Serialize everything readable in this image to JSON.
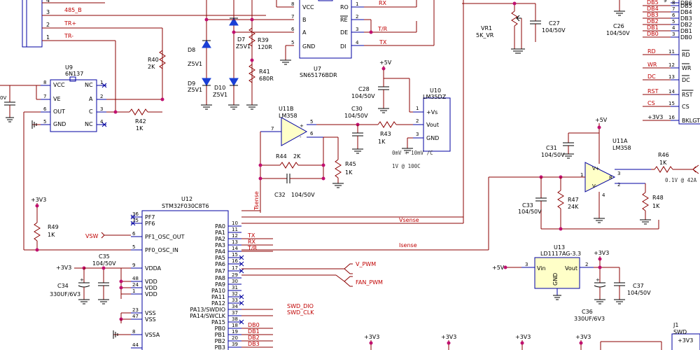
{
  "u9": {
    "ref": "U9",
    "part": "6N137",
    "pins": {
      "vcc": "VCC",
      "ve": "VE",
      "out": "OUT",
      "gnd": "GND",
      "nc1": "NC",
      "a": "A",
      "c": "C",
      "nc4": "NC"
    },
    "nums": [
      "8",
      "7",
      "6",
      "5",
      "1",
      "2",
      "3",
      "4"
    ]
  },
  "conn": {
    "nums": [
      "4",
      "3",
      "2",
      "1"
    ],
    "nets": [
      "485_B",
      "TR+",
      "TR-"
    ]
  },
  "zeners": {
    "d8": "D8",
    "d8v": "Z5V1",
    "d7": "D7",
    "d7v": "Z5V1",
    "d9": "D9",
    "d9v": "Z5V1",
    "d10": "D10",
    "d10v": "Z5V1"
  },
  "res": {
    "r40": "R40",
    "r40v": "2K",
    "r42": "R42",
    "r42v": "1K",
    "r39": "R39",
    "r39v": "120R",
    "r41": "R41",
    "r41v": "680R",
    "r44": "R44",
    "r44v": "2K",
    "r45": "R45",
    "r45v": "1K",
    "r43": "R43",
    "r43v": "1K",
    "r49": "R49",
    "r49v": "1K",
    "r46": "R46",
    "r46v": "1K",
    "r47": "R47",
    "r47v": "24K",
    "r48": "R48",
    "r48v": "1K",
    "vr1": "VR1",
    "vr1v": "5K_VR"
  },
  "caps": {
    "c28": "C28",
    "c28v": "104/50V",
    "c30": "C30",
    "c30v": "104/50V",
    "c32": "C32",
    "c32v": "104/50V",
    "c27": "C27",
    "c27v": "104/50V",
    "c26": "C26",
    "c26v": "104/50V",
    "c31": "C31",
    "c31v": "104/50V",
    "c33": "C33",
    "c33v": "104/50V",
    "c35": "C35",
    "c35v": "104/50V",
    "c34": "C34",
    "c34v": "330UF/6V3",
    "c36": "C36",
    "c36v": "330UF/6V3",
    "c37": "C37",
    "c37v": "104/50V",
    "c9v": "0V"
  },
  "u7": {
    "ref": "U7",
    "part": "SN65176BDR",
    "left": [
      "VCC",
      "B",
      "A",
      "GND"
    ],
    "leftNums": [
      "8",
      "7",
      "6",
      "5"
    ],
    "right": [
      "RO",
      "RE",
      "DE",
      "DI"
    ],
    "rightNums": [
      "1",
      "2",
      "3",
      "4"
    ],
    "nets": [
      "RX",
      "T/R",
      "TX"
    ]
  },
  "u11b": {
    "ref": "U11B",
    "part": "LM358",
    "nums": [
      "5",
      "6",
      "7"
    ]
  },
  "u10": {
    "ref": "U10",
    "part": "LM35DZ",
    "pins": [
      "+Vs",
      "Vout",
      "GND"
    ],
    "nums": [
      "1",
      "2",
      "3"
    ]
  },
  "u11a": {
    "ref": "U11A",
    "part": "LM358",
    "nums": [
      "1",
      "2",
      "3",
      "8",
      "4"
    ]
  },
  "u13": {
    "ref": "U13",
    "part": "LD1117AG-3.3",
    "vin": "Vin",
    "vout": "Vout",
    "gnd": "GND",
    "nums": [
      "3",
      "2"
    ]
  },
  "power": {
    "p5v": "+5V",
    "p33": "+3V3"
  },
  "note": {
    "line1": "0mV + 10mV /C",
    "line2": "1V  @ 100C",
    "vsense_note": "0.1V @ 42A"
  },
  "nets": {
    "tsense": "Tsense",
    "vsense": "Vsense",
    "isense": "Isense",
    "vsw": "VSW",
    "v_pwm": "V_PWM",
    "fan_pwm": "FAN_PWM",
    "tx": "TX",
    "rx": "RX",
    "tr": "T/R"
  },
  "u12": {
    "ref": "U12",
    "part": "STM32F030C8T6",
    "left": [
      {
        "n": "36",
        "name": "PF7"
      },
      {
        "n": "35",
        "name": "PF6"
      },
      {
        "n": "6",
        "name": "PF1_OSC_OUT"
      },
      {
        "n": "5",
        "name": "PF0_OSC_IN"
      },
      {
        "n": "9",
        "name": "VDDA"
      },
      {
        "n": "48",
        "name": "VDD"
      },
      {
        "n": "24",
        "name": "VDD"
      },
      {
        "n": "1",
        "name": "VDD"
      },
      {
        "n": "23",
        "name": "VSS"
      },
      {
        "n": "47",
        "name": "VSS"
      },
      {
        "n": "8",
        "name": "VSSA"
      },
      {
        "n": "44",
        "name": ""
      }
    ],
    "right": [
      {
        "n": "10",
        "name": "PA0",
        "net": ""
      },
      {
        "n": "11",
        "name": "PA1",
        "net": ""
      },
      {
        "n": "12",
        "name": "PA2",
        "net": "TX"
      },
      {
        "n": "13",
        "name": "PA3",
        "net": "RX"
      },
      {
        "n": "14",
        "name": "PA4",
        "net": "T/R"
      },
      {
        "n": "15",
        "name": "PA5",
        "net": ""
      },
      {
        "n": "16",
        "name": "PA6",
        "net": ""
      },
      {
        "n": "17",
        "name": "PA7",
        "net": ""
      },
      {
        "n": "29",
        "name": "PA8",
        "net": ""
      },
      {
        "n": "30",
        "name": "PA9",
        "net": ""
      },
      {
        "n": "31",
        "name": "PA10",
        "net": ""
      },
      {
        "n": "32",
        "name": "PA11",
        "net": ""
      },
      {
        "n": "33",
        "name": "PA12",
        "net": ""
      },
      {
        "n": "34",
        "name": "PA13/SWDIO",
        "net": "SWD_DIO"
      },
      {
        "n": "37",
        "name": "PA14/SWCLK",
        "net": "SWD_CLK"
      },
      {
        "n": "38",
        "name": "PA15",
        "net": ""
      },
      {
        "n": "18",
        "name": "PB0",
        "net": "DB0"
      },
      {
        "n": "19",
        "name": "PB1",
        "net": "DB1"
      },
      {
        "n": "20",
        "name": "PB2",
        "net": "DB2"
      },
      {
        "n": "39",
        "name": "PB3",
        "net": "DB3"
      }
    ]
  },
  "lcd": {
    "rows": [
      {
        "net": "DB5",
        "num": "8",
        "pin": "DB5"
      },
      {
        "net": "DB4",
        "num": "7",
        "pin": "DB4"
      },
      {
        "net": "DB3",
        "num": "6",
        "pin": "DB3"
      },
      {
        "net": "DB2",
        "num": "5",
        "pin": "DB2"
      },
      {
        "net": "DB1",
        "num": "4",
        "pin": "DB1"
      },
      {
        "net": "DB0",
        "num": "3",
        "pin": "DB0"
      }
    ],
    "ctrl": [
      {
        "net": "RD",
        "num": "11",
        "pin": "RD"
      },
      {
        "net": "WR",
        "num": "12",
        "pin": "WR"
      },
      {
        "net": "DC",
        "num": "13",
        "pin": "DC"
      },
      {
        "net": "RST",
        "num": "14",
        "pin": "RST"
      },
      {
        "net": "CS",
        "num": "15",
        "pin": "CS"
      },
      {
        "net": "+3V3",
        "num": "16",
        "pin": "BKLGT"
      }
    ],
    "top_num": "9",
    "top_pin": "DB6"
  },
  "j1": {
    "ref": "J1",
    "part": "SWD",
    "pin": "+3V3"
  }
}
